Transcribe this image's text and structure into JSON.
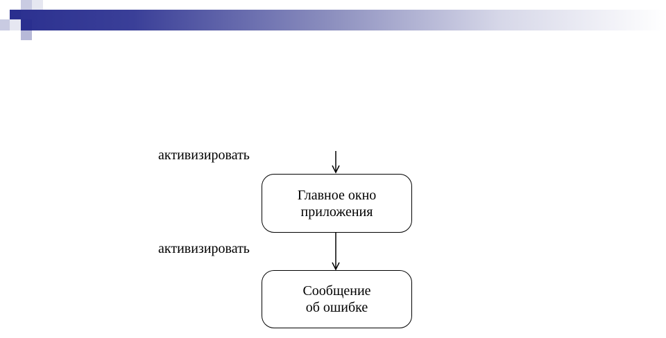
{
  "diagram": {
    "states": [
      {
        "line1": "Главное окно",
        "line2": "приложения"
      },
      {
        "line1": "Сообщение",
        "line2": "об ошибке"
      }
    ],
    "transitions": [
      {
        "label": "активизировать"
      },
      {
        "label": "активизировать"
      }
    ]
  }
}
